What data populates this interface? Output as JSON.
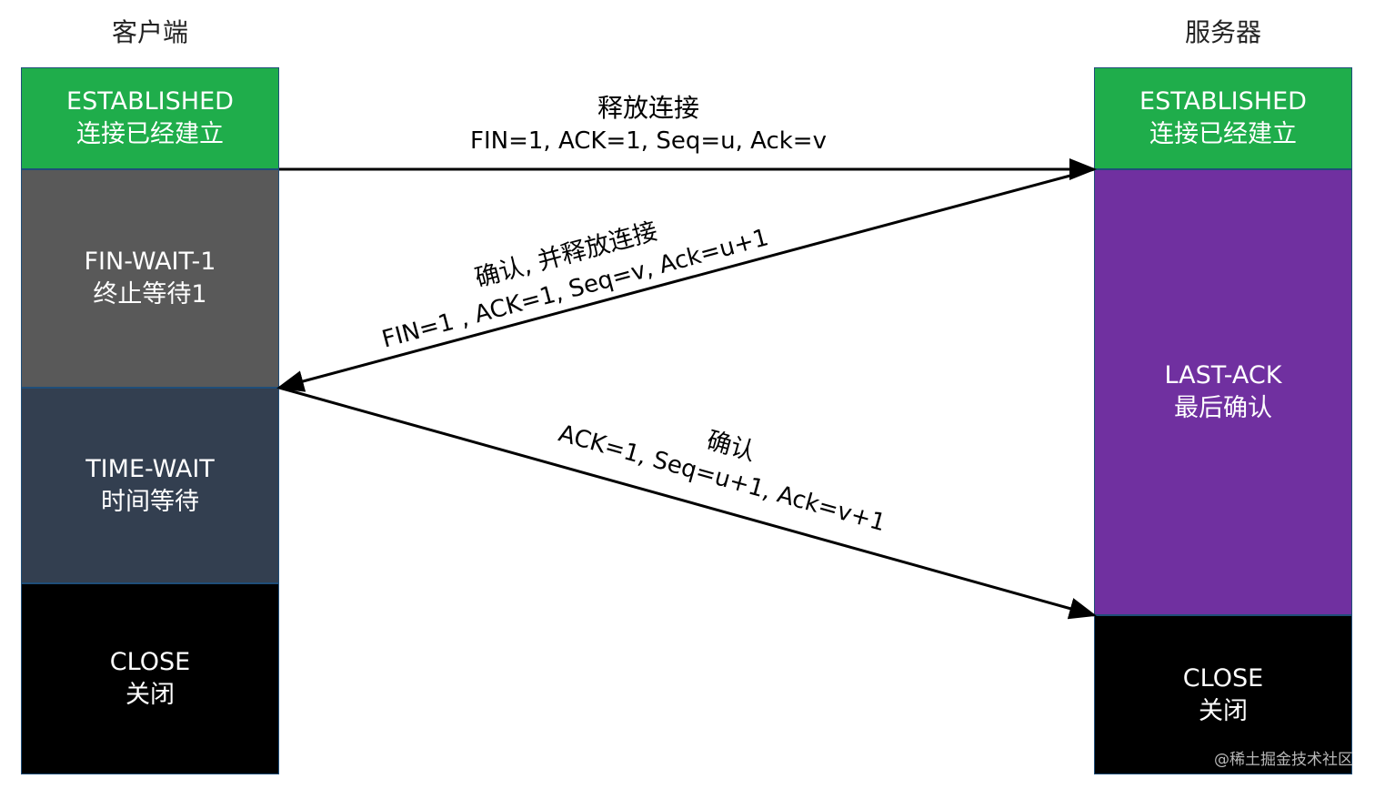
{
  "headers": {
    "client": "客户端",
    "server": "服务器"
  },
  "client_states": [
    {
      "en": "ESTABLISHED",
      "zh": "连接已经建立",
      "color": "#1fad4b"
    },
    {
      "en": "FIN-WAIT-1",
      "zh": "终止等待1",
      "color": "#595959"
    },
    {
      "en": "TIME-WAIT",
      "zh": "时间等待",
      "color": "#333f50"
    },
    {
      "en": "CLOSE",
      "zh": "关闭",
      "color": "#000000"
    }
  ],
  "server_states": [
    {
      "en": "ESTABLISHED",
      "zh": "连接已经建立",
      "color": "#1fad4b"
    },
    {
      "en": "LAST-ACK",
      "zh": "最后确认",
      "color": "#7030a0"
    },
    {
      "en": "CLOSE",
      "zh": "关闭",
      "color": "#000000"
    }
  ],
  "messages": [
    {
      "label1": "释放连接",
      "label2": "FIN=1, ACK=1, Seq=u, Ack=v"
    },
    {
      "label1": "确认, 并释放连接",
      "label2": "FIN=1 , ACK=1, Seq=v, Ack=u+1"
    },
    {
      "label1": "确认",
      "label2": "ACK=1, Seq=u+1, Ack=v+1"
    }
  ],
  "watermark": "@稀土掘金技术社区"
}
